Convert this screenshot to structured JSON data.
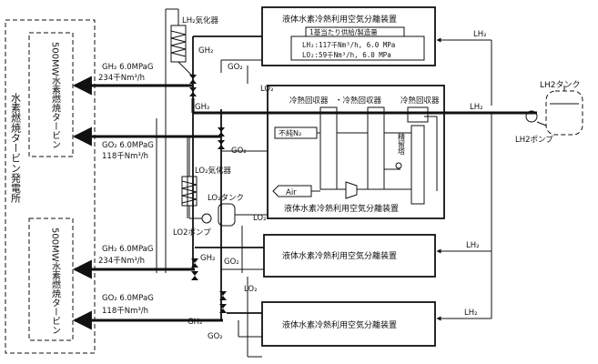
{
  "plant": {
    "name": "水素燃焼タービン発電所",
    "turbine_label": "500MW水素燃焼タービン"
  },
  "feeds": {
    "gh2_condition": "GH₂ 6.0MPaG",
    "gh2_flow": "234千Nm³/h",
    "go2_condition": "GO₂ 6.0MPaG",
    "go2_flow": "118千Nm³/h"
  },
  "streams": {
    "lh2": "LH₂",
    "gh2": "GH₂",
    "go2": "GO₂",
    "lo2": "LO₂",
    "air": "Air",
    "n2": "不純N₂"
  },
  "equipment": {
    "asu_name": "液体水素冷熱利用空気分離装置",
    "lh2_vaporizer": "LH₂気化器",
    "lo2_vaporizer": "LO₂気化器",
    "lo2_tank": "LO₂タンク",
    "lo2_pump": "LO2ポンプ",
    "lh2_tank": "LH2タンク",
    "lh2_pump": "LH2ポンプ",
    "heat_recovery": "冷熱回収器",
    "heat_recovery_series": "・冷熱回収器",
    "column": "精留塔"
  },
  "asu_spec": {
    "title": "1基当たり供給/製造量",
    "lh2": "LH₂:117千Nm³/h, 6.0 MPa",
    "lo2": "LO₂:59千Nm³/h, 6.0 MPa"
  }
}
